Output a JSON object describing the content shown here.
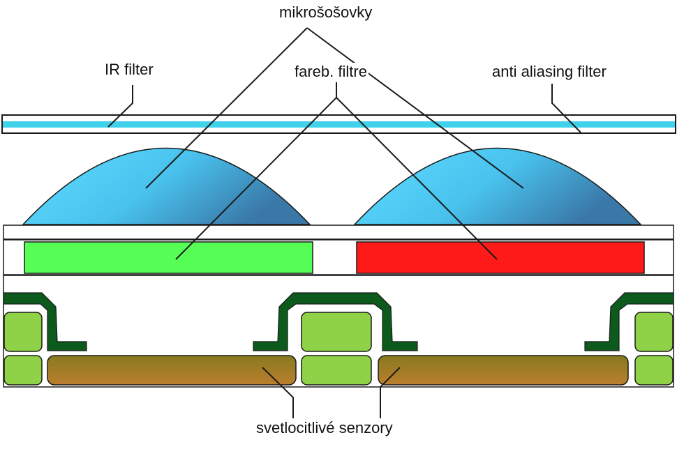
{
  "labels": {
    "microlenses": "mikrošošovky",
    "ir_filter": "IR filter",
    "color_filters": "fareb. filtre",
    "aa_filter": "anti aliasing filter",
    "sensors": "svetlocitlivé senzory"
  },
  "colors": {
    "filter_line": "#3fd2ea",
    "lens_light": "#56d8ff",
    "lens_dark": "#3a7fb0",
    "filter_green": "#55ff55",
    "filter_red": "#ff1a1a",
    "metal_dark_green": "#0c5a1c",
    "cell_green": "#8fd147",
    "sensor_brown_top": "#8a7a1e",
    "sensor_brown_bottom": "#b77e2d",
    "outline": "#1a1a1a"
  }
}
